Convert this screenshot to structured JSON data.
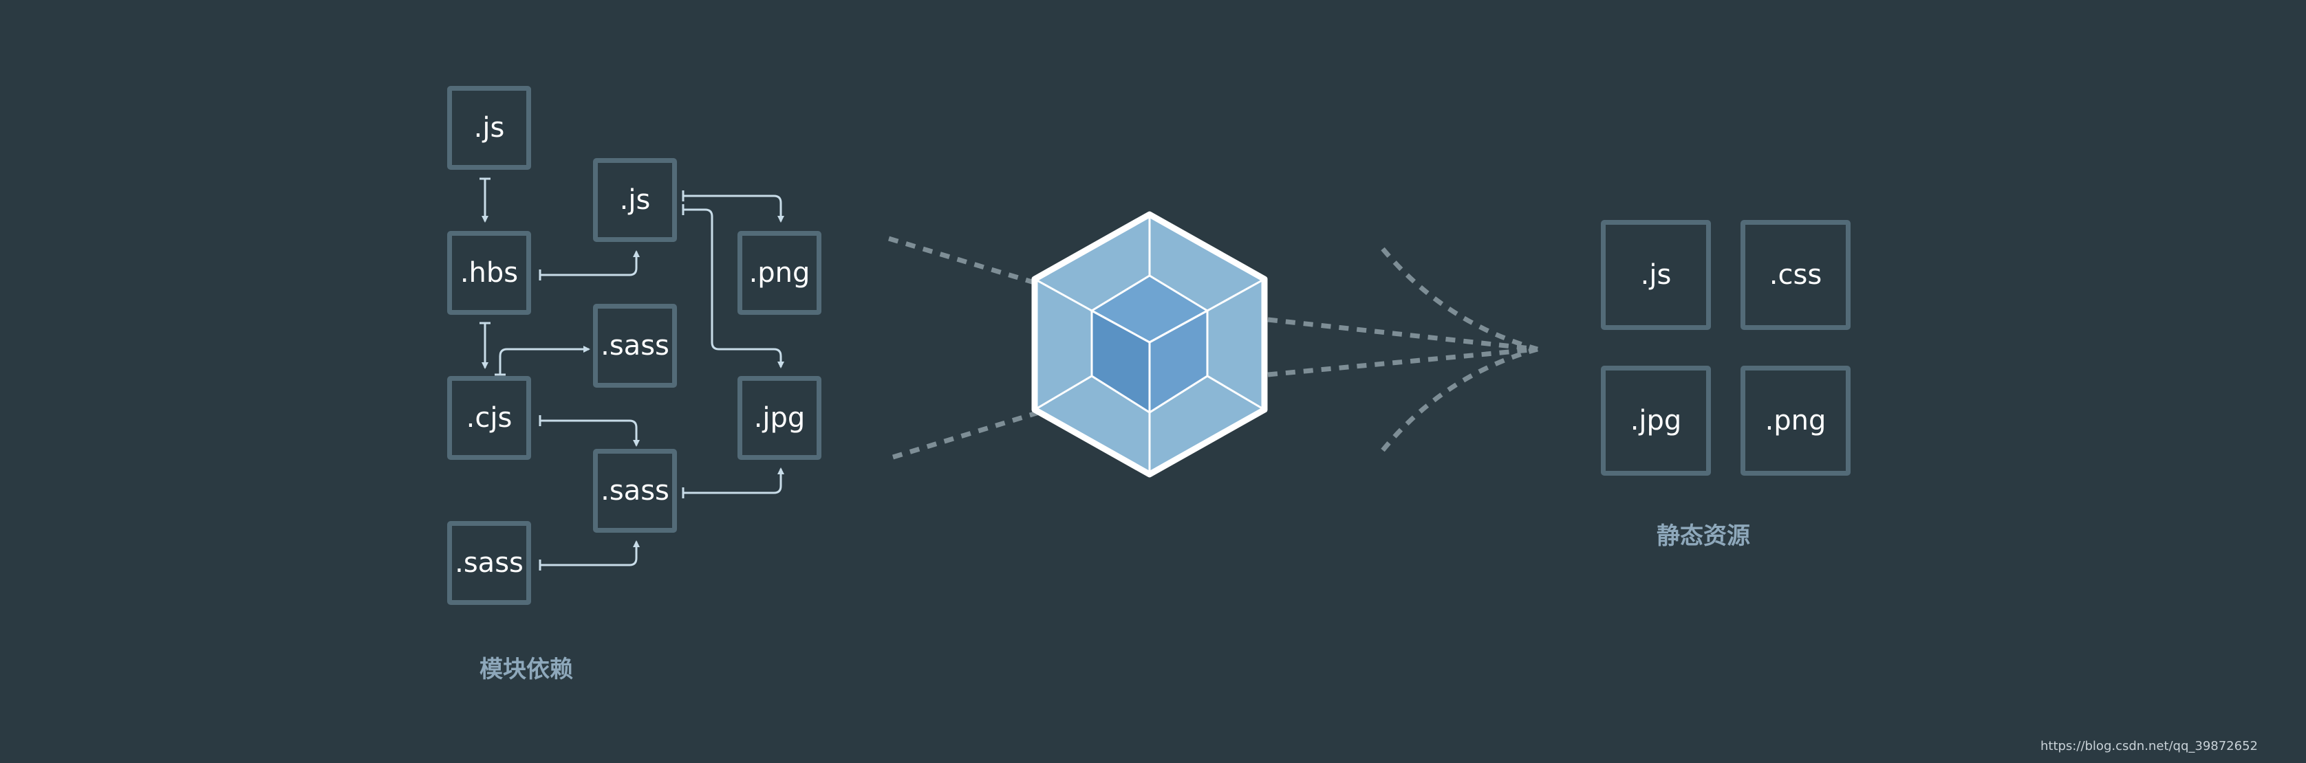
{
  "colors": {
    "background": "#2b3a42",
    "box_border": "#536b78",
    "box_text": "#ffffff",
    "connector": "#c8dce8",
    "dashed_line": "#7e8e96",
    "section_label": "#8ea8bb",
    "cube_outline": "#ffffff",
    "cube_outer_fill": "#8bb7d5",
    "cube_inner_fill": "#5f98c9"
  },
  "modules": {
    "title": "模块依赖",
    "items": [
      ".js",
      ".js",
      ".hbs",
      ".png",
      ".sass",
      ".cjs",
      ".jpg",
      ".sass",
      ".sass"
    ]
  },
  "center_icon": "webpack-cube-icon",
  "assets": {
    "title": "静态资源",
    "items": [
      ".js",
      ".css",
      ".jpg",
      ".png"
    ]
  },
  "watermark": "https://blog.csdn.net/qq_39872652"
}
